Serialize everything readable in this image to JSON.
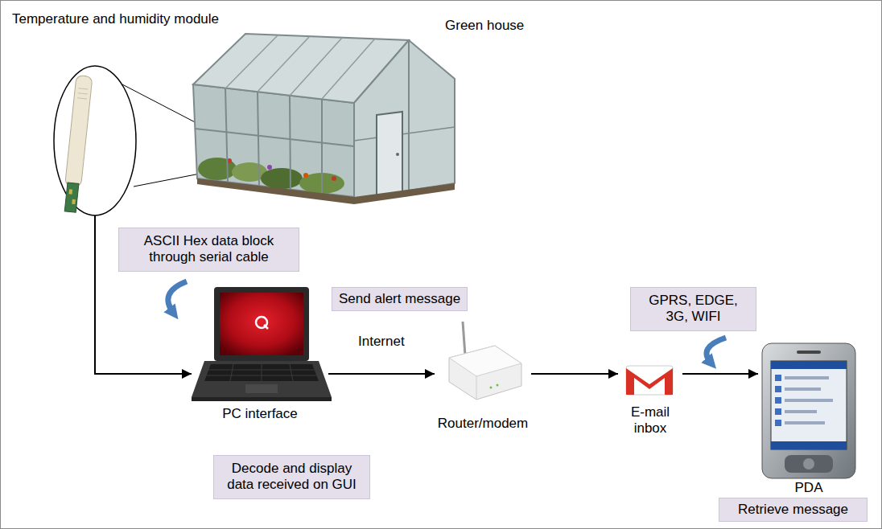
{
  "diagram": {
    "nodes": [
      {
        "text": [
          "Temperature and humidity module"
        ]
      },
      {
        "text": [
          "Green house"
        ]
      },
      {
        "text": [
          "ASCII Hex data block through serial cable"
        ]
      },
      {
        "text": [
          "PC interface"
        ]
      },
      {
        "text": [
          "Send alert message"
        ]
      },
      {
        "text": [
          "Router/modem"
        ]
      },
      {
        "text": [
          "E-mail inbox"
        ]
      },
      {
        "text": [
          "GPRS, EDGE, 3G, WIFI"
        ]
      },
      {
        "text": [
          "PDA"
        ]
      },
      {
        "text": [
          "Decode and display data received on GUI"
        ]
      },
      {
        "text": [
          "Retrieve message"
        ]
      }
    ],
    "edges": [
      {
        "from": 0,
        "to": 3,
        "arrow": "to"
      },
      {
        "from": 3,
        "to": 5,
        "label": "Internet",
        "arrow": "to"
      },
      {
        "from": 5,
        "to": 6,
        "arrow": "to"
      },
      {
        "from": 6,
        "to": 8,
        "arrow": "to"
      }
    ]
  }
}
